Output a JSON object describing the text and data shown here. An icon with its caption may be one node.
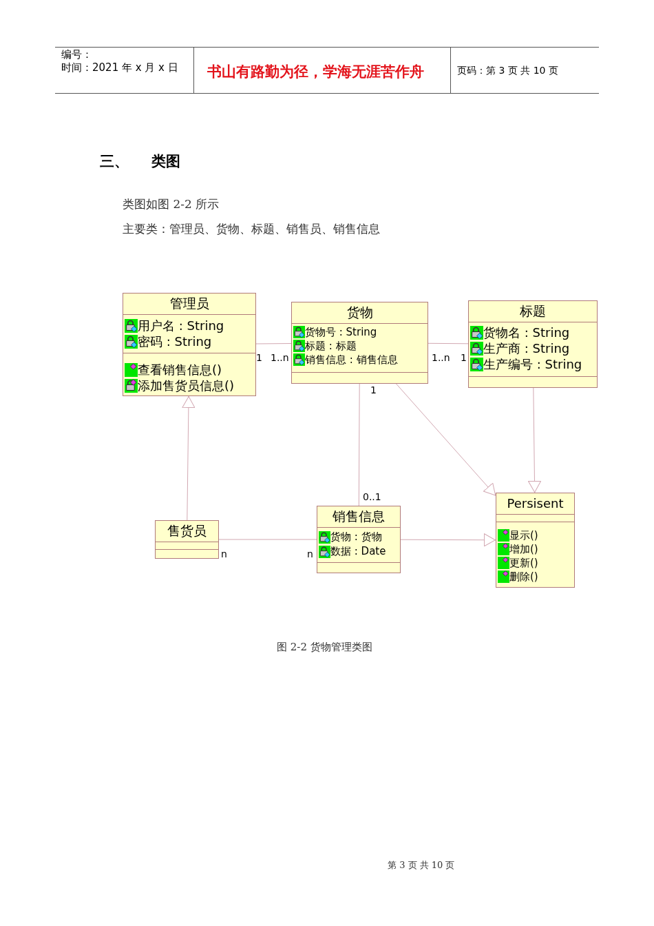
{
  "diagram": {
    "title": "三、 类图",
    "caption": "图 2-2 货物管理类图",
    "nodes": [
      {
        "text": [
          "管理员",
          "用户名 : String",
          "密码 : String",
          "查看销售信息()",
          "添加售货员信息()"
        ]
      },
      {
        "text": [
          "货物",
          "货物号 : String",
          "标题 : 标题",
          "销售信息 : 销售信息"
        ]
      },
      {
        "text": [
          "标题",
          "货物名 : String",
          "生产商 : String",
          "生产编号 : String"
        ]
      },
      {
        "text": [
          "售货员"
        ]
      },
      {
        "text": [
          "销售信息",
          "货物 : 货物",
          "数据 : Date"
        ]
      },
      {
        "text": [
          "Persisent",
          "显示()",
          "增加()",
          "更新()",
          "删除()"
        ]
      }
    ],
    "edges": [
      {
        "from": 0,
        "to": 1,
        "arrow": "none"
      },
      {
        "from": 1,
        "to": 2,
        "arrow": "none"
      },
      {
        "from": 1,
        "to": 4,
        "arrow": "none"
      },
      {
        "from": 1,
        "to": 5,
        "arrow": "to"
      },
      {
        "from": 2,
        "to": 5,
        "arrow": "to"
      },
      {
        "from": 3,
        "to": 0,
        "arrow": "to"
      },
      {
        "from": 3,
        "to": 4,
        "arrow": "none"
      },
      {
        "from": 4,
        "to": 5,
        "arrow": "to"
      }
    ],
    "labels": [
      "编号：",
      "时间：2021 年 x 月 x 日",
      "书山有路勤为径，学海无涯苦作舟",
      "页码：第 3 页 共 10 页",
      "类图如图 2-2 所示",
      "主要类：管理员、货物、标题、销售员、销售信息",
      "1",
      "1..n",
      "1..n",
      "1",
      "1",
      "0..1",
      "n",
      "n",
      "第 3 页 共 10 页"
    ]
  }
}
